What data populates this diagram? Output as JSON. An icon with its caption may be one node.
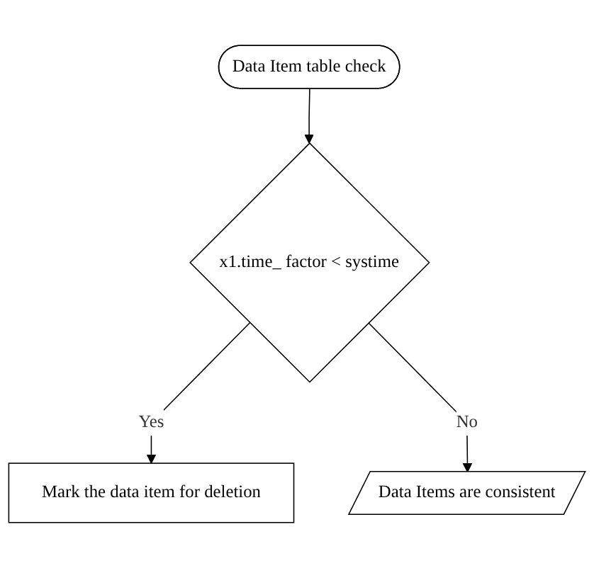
{
  "diagram": {
    "nodes": [
      {
        "text": [
          "Data Item table check"
        ]
      },
      {
        "text": [
          "x1.time_ factor < systime"
        ]
      },
      {
        "text": [
          "Mark the data item for deletion"
        ]
      },
      {
        "text": [
          "Data Items are consistent"
        ]
      }
    ],
    "edges": [
      {
        "from": 0,
        "to": 1,
        "arrow": "to"
      },
      {
        "from": 1,
        "to": 2,
        "arrow": "to",
        "label": "Yes"
      },
      {
        "from": 1,
        "to": 3,
        "arrow": "to",
        "label": "No"
      }
    ]
  }
}
